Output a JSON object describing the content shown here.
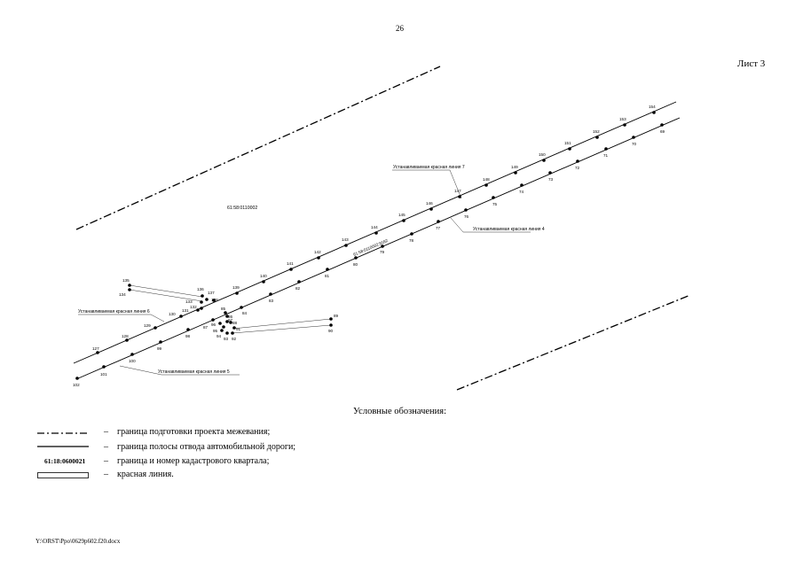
{
  "page": {
    "number": "26",
    "sheet": "Лист 3"
  },
  "diagram": {
    "quarter_label": "61:58:0110002",
    "quarter_label_rotated": "61:58:0110002:9162",
    "callouts": {
      "line7": "Устанавливаемая красная линия 7",
      "line4": "Устанавливаемая красная линия 4",
      "line6": "Устанавливаемая красная линия 6",
      "line5": "Устанавливаемая красная линия 5"
    },
    "upper_points": [
      "127",
      "128",
      "129",
      "130",
      "131",
      "132",
      "133",
      "136",
      "137",
      "138",
      "139",
      "140",
      "141",
      "142",
      "143",
      "144",
      "145",
      "146",
      "147",
      "148",
      "149",
      "150",
      "151",
      "152",
      "153",
      "154"
    ],
    "lower_points": [
      "102",
      "101",
      "100",
      "99",
      "98",
      "87",
      "84",
      "83",
      "82",
      "81",
      "80",
      "79",
      "78",
      "77",
      "76",
      "75",
      "74",
      "73",
      "72",
      "71",
      "70",
      "69"
    ],
    "cluster_points": [
      "134",
      "135",
      "85",
      "86",
      "88",
      "89",
      "90",
      "91",
      "92",
      "93",
      "94",
      "95",
      "96",
      "97"
    ]
  },
  "legend": {
    "title": "Условные обозначения:",
    "items": [
      {
        "dash": "–",
        "text": "граница подготовки проекта межевания;"
      },
      {
        "dash": "–",
        "text": "граница полосы отвода автомобильной дороги;"
      },
      {
        "dash": "–",
        "code": "61:18:0600021",
        "text": "граница и номер кадастрового квартала;"
      },
      {
        "dash": "–",
        "text": "красная линия."
      }
    ]
  },
  "footer": {
    "path": "Y:\\ORST\\Ppo\\0629p602.f20.docx"
  }
}
